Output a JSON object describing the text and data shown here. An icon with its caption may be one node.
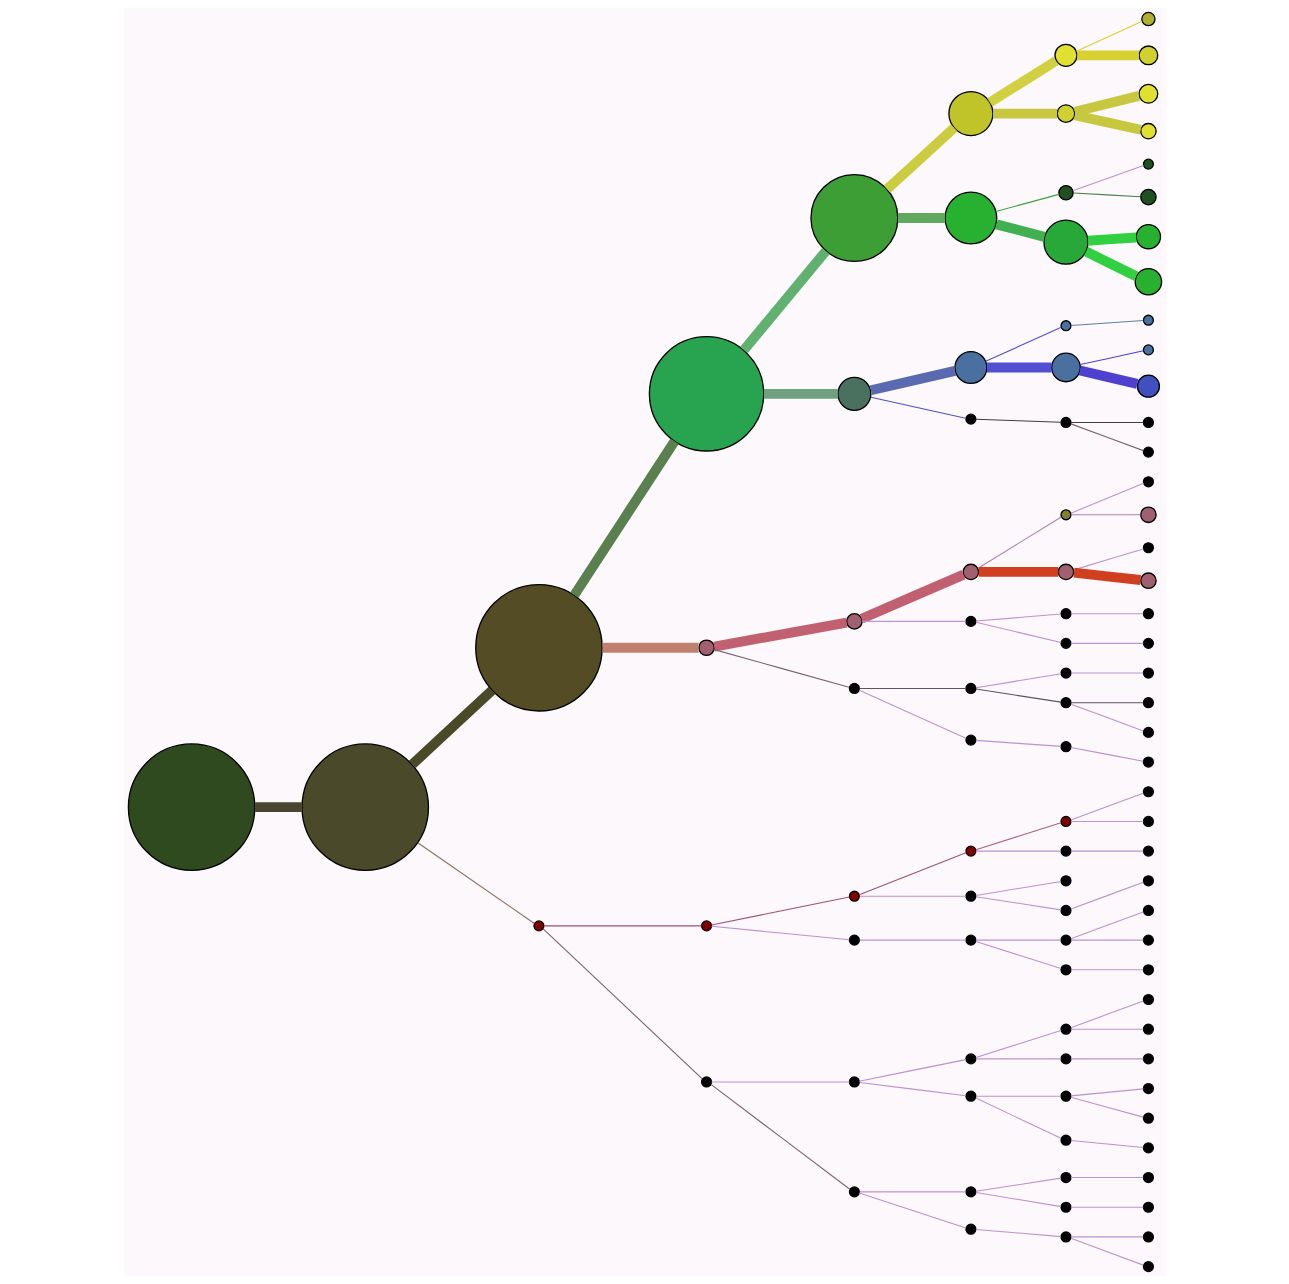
{
  "diagram": {
    "nodes": [
      {
        "text": [],
        "shape": "circle"
      },
      {
        "text": [],
        "shape": "circle"
      },
      {
        "text": [],
        "shape": "circle"
      },
      {
        "text": [],
        "shape": "circle"
      },
      {
        "text": [],
        "shape": "circle"
      },
      {
        "text": [],
        "shape": "circle"
      },
      {
        "text": [],
        "shape": "circle"
      },
      {
        "text": [],
        "shape": "circle"
      },
      {
        "text": [],
        "shape": "circle"
      },
      {
        "text": [],
        "shape": "circle"
      },
      {
        "text": [],
        "shape": "circle"
      },
      {
        "text": [],
        "shape": "circle"
      },
      {
        "text": [],
        "shape": "circle"
      },
      {
        "text": [],
        "shape": "circle"
      },
      {
        "text": [],
        "shape": "circle"
      },
      {
        "text": [],
        "shape": "circle"
      },
      {
        "text": [],
        "shape": "circle"
      },
      {
        "text": [],
        "shape": "circle"
      },
      {
        "text": [],
        "shape": "circle"
      },
      {
        "text": [],
        "shape": "circle"
      },
      {
        "text": [],
        "shape": "circle"
      },
      {
        "text": [],
        "shape": "circle"
      },
      {
        "text": [],
        "shape": "circle"
      },
      {
        "text": [],
        "shape": "circle"
      },
      {
        "text": [],
        "shape": "circle"
      },
      {
        "text": [],
        "shape": "circle"
      },
      {
        "text": [],
        "shape": "circle"
      },
      {
        "text": [],
        "shape": "circle"
      },
      {
        "text": [],
        "shape": "circle"
      },
      {
        "text": [],
        "shape": "circle"
      },
      {
        "text": [],
        "shape": "circle"
      },
      {
        "text": [],
        "shape": "circle"
      },
      {
        "text": [],
        "shape": "circle"
      },
      {
        "text": [],
        "shape": "circle"
      },
      {
        "text": [],
        "shape": "circle"
      },
      {
        "text": [],
        "shape": "circle"
      },
      {
        "text": [],
        "shape": "circle"
      },
      {
        "text": [],
        "shape": "circle"
      },
      {
        "text": [],
        "shape": "circle"
      },
      {
        "text": [],
        "shape": "circle"
      },
      {
        "text": [],
        "shape": "circle"
      },
      {
        "text": [],
        "shape": "circle"
      },
      {
        "text": [],
        "shape": "circle"
      },
      {
        "text": [],
        "shape": "circle"
      },
      {
        "text": [],
        "shape": "circle"
      },
      {
        "text": [],
        "shape": "circle"
      },
      {
        "text": [],
        "shape": "circle"
      },
      {
        "text": [],
        "shape": "circle"
      },
      {
        "text": [],
        "shape": "circle"
      },
      {
        "text": [],
        "shape": "circle"
      },
      {
        "text": [],
        "shape": "circle"
      },
      {
        "text": [],
        "shape": "circle"
      },
      {
        "text": [],
        "shape": "circle"
      },
      {
        "text": [],
        "shape": "circle"
      },
      {
        "text": [],
        "shape": "circle"
      },
      {
        "text": [],
        "shape": "circle"
      },
      {
        "text": [],
        "shape": "circle"
      },
      {
        "text": [],
        "shape": "circle"
      },
      {
        "text": [],
        "shape": "circle"
      },
      {
        "text": [],
        "shape": "circle"
      },
      {
        "text": [],
        "shape": "circle"
      },
      {
        "text": [],
        "shape": "circle"
      },
      {
        "text": [],
        "shape": "circle"
      },
      {
        "text": [],
        "shape": "circle"
      },
      {
        "text": [],
        "shape": "circle"
      },
      {
        "text": [],
        "shape": "circle"
      },
      {
        "text": [],
        "shape": "circle"
      },
      {
        "text": [],
        "shape": "circle"
      },
      {
        "text": [],
        "shape": "circle"
      },
      {
        "text": [],
        "shape": "circle"
      },
      {
        "text": [],
        "shape": "circle"
      },
      {
        "text": [],
        "shape": "circle"
      },
      {
        "text": [],
        "shape": "circle"
      },
      {
        "text": [],
        "shape": "circle"
      },
      {
        "text": [],
        "shape": "circle"
      },
      {
        "text": [],
        "shape": "circle"
      },
      {
        "text": [],
        "shape": "circle"
      },
      {
        "text": [],
        "shape": "circle"
      },
      {
        "text": [],
        "shape": "circle"
      },
      {
        "text": [],
        "shape": "circle"
      },
      {
        "text": [],
        "shape": "circle"
      },
      {
        "text": [],
        "shape": "circle"
      },
      {
        "text": [],
        "shape": "circle"
      },
      {
        "text": [],
        "shape": "circle"
      },
      {
        "text": [],
        "shape": "circle"
      },
      {
        "text": [],
        "shape": "circle"
      },
      {
        "text": [],
        "shape": "circle"
      },
      {
        "text": [],
        "shape": "circle"
      },
      {
        "text": [],
        "shape": "circle"
      },
      {
        "text": [],
        "shape": "circle"
      },
      {
        "text": [],
        "shape": "circle"
      },
      {
        "text": [],
        "shape": "circle"
      },
      {
        "text": [],
        "shape": "circle"
      },
      {
        "text": [],
        "shape": "circle"
      },
      {
        "text": [],
        "shape": "circle"
      },
      {
        "text": [],
        "shape": "circle"
      },
      {
        "text": [],
        "shape": "circle"
      },
      {
        "text": [],
        "shape": "circle"
      }
    ],
    "edges": [
      {
        "from": 0,
        "to": 1,
        "arrow": "none",
        "style": "thick",
        "color": "#4a4530"
      },
      {
        "from": 1,
        "to": 2,
        "arrow": "none",
        "style": "thick",
        "color": "#4a4a28"
      },
      {
        "from": 2,
        "to": 3,
        "arrow": "none",
        "style": "thick",
        "color": "#5a8050"
      },
      {
        "from": 3,
        "to": 4,
        "arrow": "none",
        "style": "thick",
        "color": "#60b070"
      },
      {
        "from": 4,
        "to": 5,
        "arrow": "none",
        "style": "thick",
        "color": "#cccc40"
      },
      {
        "from": 1,
        "to": 6,
        "arrow": "none",
        "color": "#8a7060"
      },
      {
        "from": 6,
        "to": 7,
        "arrow": "none",
        "color": "#a05070"
      },
      {
        "from": 6,
        "to": 8,
        "arrow": "none",
        "color": "#806070"
      },
      {
        "from": 7,
        "to": 9,
        "arrow": "none",
        "color": "#a05070"
      },
      {
        "from": 7,
        "to": 10,
        "arrow": "none"
      },
      {
        "from": 9,
        "to": 11,
        "arrow": "none",
        "color": "#a05070"
      },
      {
        "from": 9,
        "to": 12,
        "arrow": "none"
      },
      {
        "from": 11,
        "to": 13,
        "arrow": "none",
        "color": "#b06080"
      },
      {
        "from": 11,
        "to": 14,
        "arrow": "none"
      },
      {
        "from": 13,
        "to": 15,
        "arrow": "none"
      },
      {
        "from": 13,
        "to": 16,
        "arrow": "none"
      },
      {
        "from": 14,
        "to": 17,
        "arrow": "none"
      },
      {
        "from": 12,
        "to": 18,
        "arrow": "none"
      },
      {
        "from": 12,
        "to": 19,
        "arrow": "none"
      },
      {
        "from": 19,
        "to": 20,
        "arrow": "none"
      },
      {
        "from": 10,
        "to": 21,
        "arrow": "none"
      },
      {
        "from": 21,
        "to": 22,
        "arrow": "none"
      },
      {
        "from": 21,
        "to": 23,
        "arrow": "none"
      },
      {
        "from": 22,
        "to": 24,
        "arrow": "none"
      },
      {
        "from": 22,
        "to": 25,
        "arrow": "none"
      },
      {
        "from": 23,
        "to": 26,
        "arrow": "none"
      },
      {
        "from": 8,
        "to": 27,
        "arrow": "none"
      },
      {
        "from": 8,
        "to": 28,
        "arrow": "none",
        "color": "#806070"
      },
      {
        "from": 27,
        "to": 29,
        "arrow": "none"
      },
      {
        "from": 27,
        "to": 30,
        "arrow": "none"
      },
      {
        "from": 29,
        "to": 31,
        "arrow": "none"
      },
      {
        "from": 29,
        "to": 32,
        "arrow": "none"
      },
      {
        "from": 31,
        "to": 33,
        "arrow": "none"
      },
      {
        "from": 31,
        "to": 34,
        "arrow": "none"
      },
      {
        "from": 32,
        "to": 35,
        "arrow": "none"
      },
      {
        "from": 30,
        "to": 36,
        "arrow": "none"
      },
      {
        "from": 30,
        "to": 37,
        "arrow": "none"
      },
      {
        "from": 36,
        "to": 38,
        "arrow": "none"
      },
      {
        "from": 36,
        "to": 39,
        "arrow": "none"
      },
      {
        "from": 37,
        "to": 40,
        "arrow": "none"
      },
      {
        "from": 28,
        "to": 41,
        "arrow": "none"
      },
      {
        "from": 28,
        "to": 42,
        "arrow": "none"
      },
      {
        "from": 41,
        "to": 43,
        "arrow": "none"
      },
      {
        "from": 41,
        "to": 44,
        "arrow": "none"
      },
      {
        "from": 43,
        "to": 45,
        "arrow": "none"
      },
      {
        "from": 44,
        "to": 46,
        "arrow": "none"
      },
      {
        "from": 42,
        "to": 47,
        "arrow": "none"
      },
      {
        "from": 47,
        "to": 48,
        "arrow": "none"
      },
      {
        "from": 47,
        "to": 49,
        "arrow": "none"
      },
      {
        "from": 2,
        "to": 50,
        "arrow": "none",
        "style": "thick",
        "color": "#c08070"
      },
      {
        "from": 50,
        "to": 51,
        "arrow": "none",
        "style": "thick",
        "color": "#c06070"
      },
      {
        "from": 50,
        "to": 52,
        "arrow": "none",
        "color": "#806070"
      },
      {
        "from": 51,
        "to": 53,
        "arrow": "none",
        "style": "thick",
        "color": "#c06070"
      },
      {
        "from": 51,
        "to": 54,
        "arrow": "none"
      },
      {
        "from": 53,
        "to": 55,
        "arrow": "none",
        "color": "#b080b0"
      },
      {
        "from": 53,
        "to": 56,
        "arrow": "none",
        "style": "thick",
        "color": "#d04020"
      },
      {
        "from": 55,
        "to": 57,
        "arrow": "none"
      },
      {
        "from": 55,
        "to": 58,
        "arrow": "none",
        "color": "#b080b0"
      },
      {
        "from": 56,
        "to": 59,
        "arrow": "none"
      },
      {
        "from": 56,
        "to": 60,
        "arrow": "none",
        "style": "thick",
        "color": "#d04020"
      },
      {
        "from": 54,
        "to": 61,
        "arrow": "none"
      },
      {
        "from": 54,
        "to": 62,
        "arrow": "none"
      },
      {
        "from": 61,
        "to": 63,
        "arrow": "none"
      },
      {
        "from": 62,
        "to": 64,
        "arrow": "none"
      },
      {
        "from": 52,
        "to": 65,
        "arrow": "none",
        "color": "#605060"
      },
      {
        "from": 52,
        "to": 66,
        "arrow": "none"
      },
      {
        "from": 65,
        "to": 67,
        "arrow": "none"
      },
      {
        "from": 65,
        "to": 68,
        "arrow": "none",
        "color": "#605060"
      },
      {
        "from": 67,
        "to": 69,
        "arrow": "none"
      },
      {
        "from": 68,
        "to": 70,
        "arrow": "none",
        "color": "#605060"
      },
      {
        "from": 68,
        "to": 71,
        "arrow": "none"
      },
      {
        "from": 66,
        "to": 72,
        "arrow": "none"
      },
      {
        "from": 72,
        "to": 73,
        "arrow": "none"
      },
      {
        "from": 3,
        "to": 74,
        "arrow": "none",
        "style": "thick",
        "color": "#70a080"
      },
      {
        "from": 74,
        "to": 75,
        "arrow": "none",
        "style": "thick",
        "color": "#5a6ab0"
      },
      {
        "from": 74,
        "to": 76,
        "arrow": "none",
        "color": "#5050c0"
      },
      {
        "from": 75,
        "to": 77,
        "arrow": "none",
        "color": "#5050d0"
      },
      {
        "from": 75,
        "to": 78,
        "arrow": "none",
        "style": "thick",
        "color": "#5050d0"
      },
      {
        "from": 77,
        "to": 79,
        "arrow": "none",
        "color": "#6080a0"
      },
      {
        "from": 78,
        "to": 80,
        "arrow": "none",
        "color": "#5040d0"
      },
      {
        "from": 78,
        "to": 81,
        "arrow": "none",
        "style": "thick",
        "color": "#5040d0"
      },
      {
        "from": 76,
        "to": 82,
        "arrow": "none",
        "color": "#404040"
      },
      {
        "from": 82,
        "to": 83,
        "arrow": "none",
        "color": "#404040"
      },
      {
        "from": 82,
        "to": 84,
        "arrow": "none",
        "color": "#806070"
      },
      {
        "from": 4,
        "to": 85,
        "arrow": "none",
        "style": "thick",
        "color": "#60a860"
      },
      {
        "from": 85,
        "to": 86,
        "arrow": "none",
        "color": "#40a040"
      },
      {
        "from": 85,
        "to": 87,
        "arrow": "none",
        "style": "thick",
        "color": "#40b050"
      },
      {
        "from": 86,
        "to": 88,
        "arrow": "none"
      },
      {
        "from": 86,
        "to": 89,
        "arrow": "none",
        "color": "#508050"
      },
      {
        "from": 87,
        "to": 90,
        "arrow": "none",
        "style": "thick",
        "color": "#30d040"
      },
      {
        "from": 87,
        "to": 91,
        "arrow": "none",
        "style": "thick",
        "color": "#30d040"
      },
      {
        "from": 5,
        "to": 92,
        "arrow": "none",
        "style": "thick",
        "color": "#d0d040"
      },
      {
        "from": 5,
        "to": 93,
        "arrow": "none",
        "style": "thick",
        "color": "#c8c840"
      },
      {
        "from": 92,
        "to": 94,
        "arrow": "none",
        "color": "#d8d030"
      },
      {
        "from": 92,
        "to": 95,
        "arrow": "none",
        "style": "thick",
        "color": "#d8d030"
      },
      {
        "from": 93,
        "to": 96,
        "arrow": "none",
        "style": "thick",
        "color": "#c8c840"
      },
      {
        "from": 93,
        "to": 97,
        "arrow": "none",
        "style": "thick",
        "color": "#c8c840"
      }
    ]
  }
}
